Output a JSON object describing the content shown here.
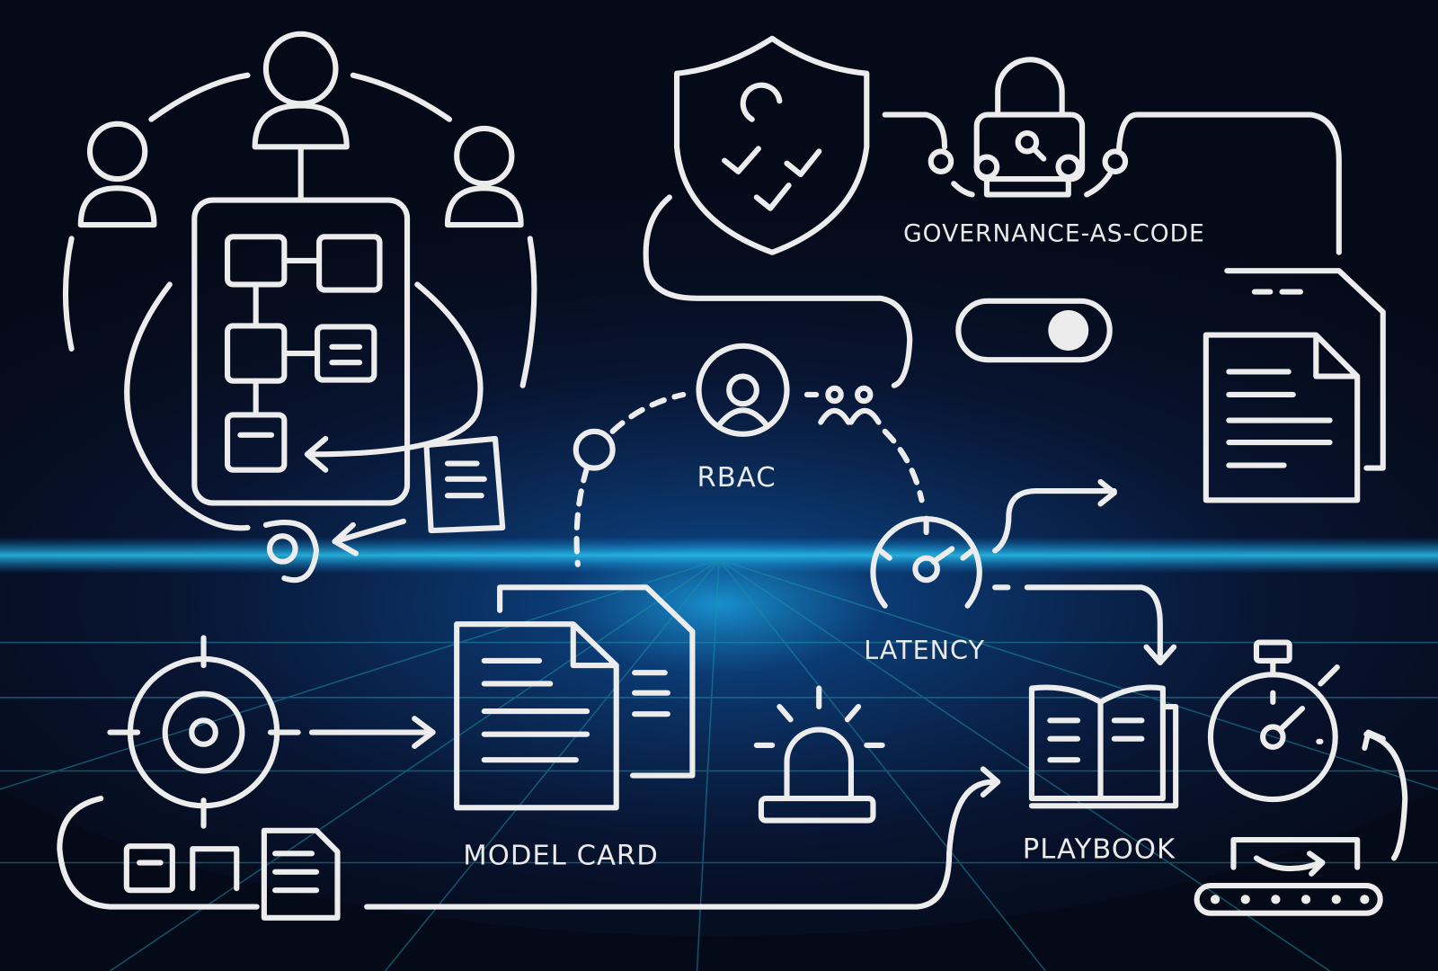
{
  "labels": {
    "governance": "GOVERNANCE-AS-CODE",
    "rbac": "RBAC",
    "latency": "LATENCY",
    "model_card": "MODEL CARD",
    "playbook": "PLAYBOOK"
  },
  "colors": {
    "background": "#050a18",
    "glow": "#1aa8e0",
    "stroke": "#ececec",
    "grid": "#1b8fa8"
  }
}
